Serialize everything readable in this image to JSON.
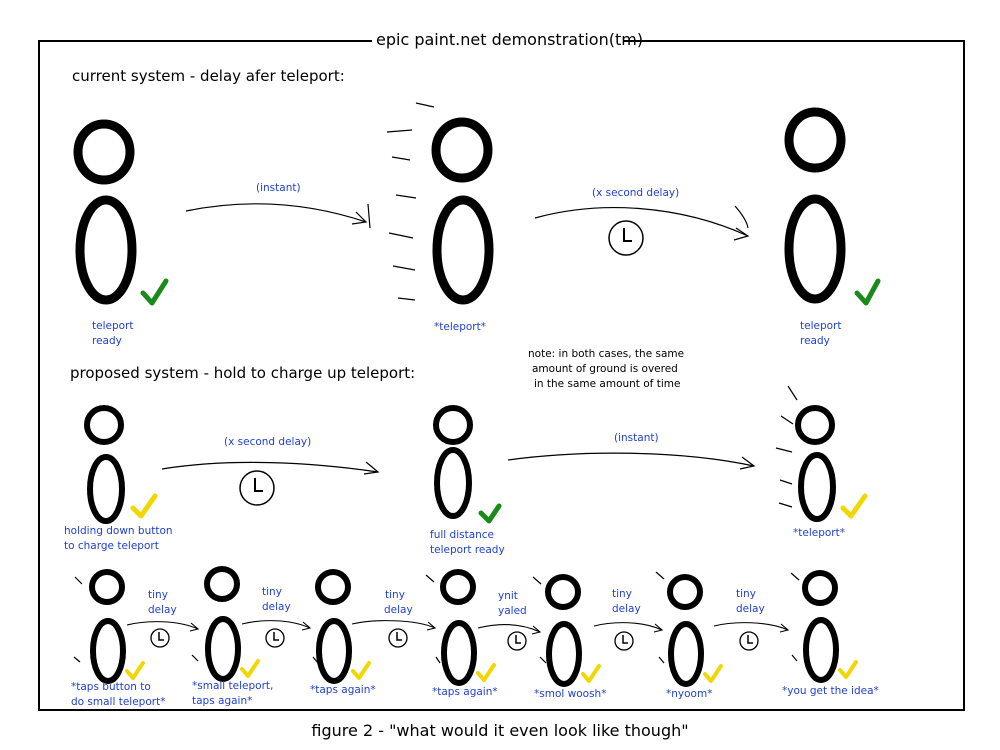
{
  "title": "epic paint.net demonstration(tm)",
  "caption": "figure 2 - \"what would it even look like though\"",
  "colors": {
    "ink": "#000000",
    "annotation": "#1f3fd0",
    "check_green": "#1a8a1a",
    "check_yellow": "#f2d600"
  },
  "current": {
    "heading": "current system - delay afer teleport:",
    "arrow1_label": "(instant)",
    "arrow2_label": "(x second delay)",
    "fig1_label_1": "teleport",
    "fig1_label_2": "ready",
    "fig2_label": "*teleport*",
    "fig3_label_1": "teleport",
    "fig3_label_2": "ready"
  },
  "note": {
    "line1": "note: in both cases, the same",
    "line2": "amount of ground is overed",
    "line3": "in the same amount of time"
  },
  "proposed": {
    "heading": "proposed system - hold to charge up teleport:",
    "arrow1_label": "(x second delay)",
    "arrow2_label": "(instant)",
    "fig1_label_1": "holding down button",
    "fig1_label_2": "to charge teleport",
    "fig2_label_1": "full distance",
    "fig2_label_2": "teleport ready",
    "fig3_label": "*teleport*"
  },
  "sequence": {
    "gap_labels": [
      [
        "tiny",
        "delay"
      ],
      [
        "tiny",
        "delay"
      ],
      [
        "tiny",
        "delay"
      ],
      [
        "ynit",
        "yaled"
      ],
      [
        "tiny",
        "delay"
      ],
      [
        "tiny",
        "delay"
      ]
    ],
    "figure_labels": [
      [
        "*taps button to",
        "do small teleport*"
      ],
      [
        "*small teleport,",
        "taps again*"
      ],
      [
        "*taps again*"
      ],
      [
        "*taps again*"
      ],
      [
        "*smol woosh*"
      ],
      [
        "*nyoom*"
      ],
      [
        "*you get the idea*"
      ]
    ]
  }
}
